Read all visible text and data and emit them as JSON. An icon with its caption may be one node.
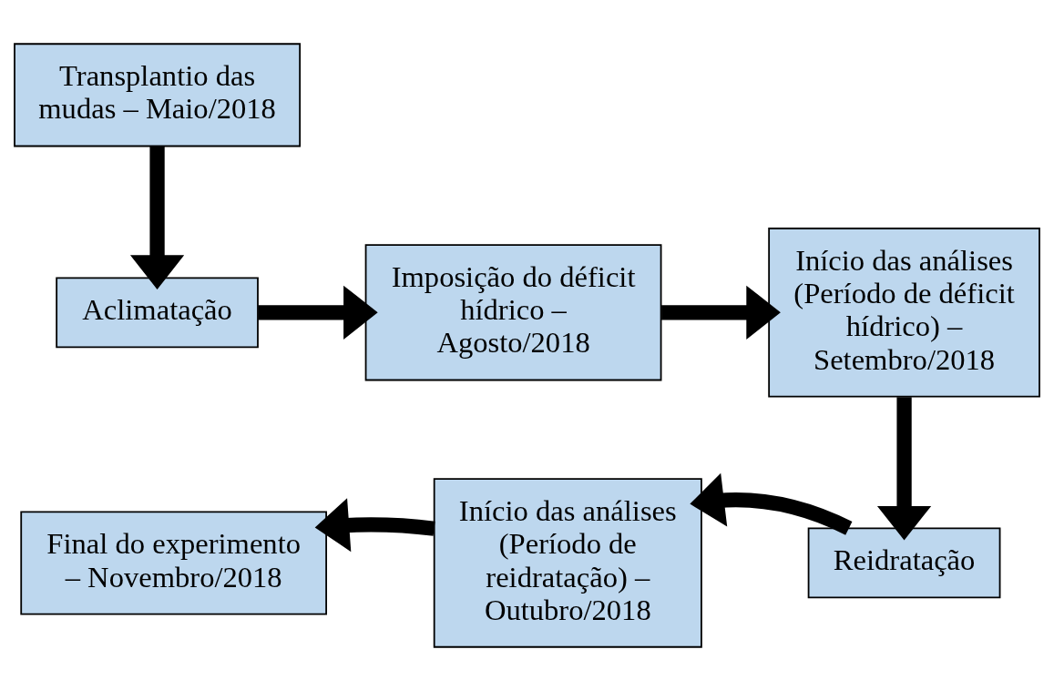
{
  "diagram": {
    "nodes": [
      {
        "text": [
          "Transplantio das mudas – Maio/2018"
        ]
      },
      {
        "text": [
          "Aclimatação"
        ]
      },
      {
        "text": [
          "Imposição do déficit hídrico – Agosto/2018"
        ]
      },
      {
        "text": [
          "Início das análises (Período de déficit hídrico) – Setembro/2018"
        ]
      },
      {
        "text": [
          "Reidratação"
        ]
      },
      {
        "text": [
          "Início das análises (Período de reidratação) – Outubro/2018"
        ]
      },
      {
        "text": [
          "Final do experimento – Novembro/2018"
        ]
      }
    ],
    "edges": [
      {
        "from": 0,
        "to": 1,
        "arrow": "to"
      },
      {
        "from": 1,
        "to": 2,
        "arrow": "to"
      },
      {
        "from": 2,
        "to": 3,
        "arrow": "to"
      },
      {
        "from": 3,
        "to": 4,
        "arrow": "to"
      },
      {
        "from": 4,
        "to": 5,
        "arrow": "to"
      },
      {
        "from": 5,
        "to": 6,
        "arrow": "to"
      }
    ]
  }
}
